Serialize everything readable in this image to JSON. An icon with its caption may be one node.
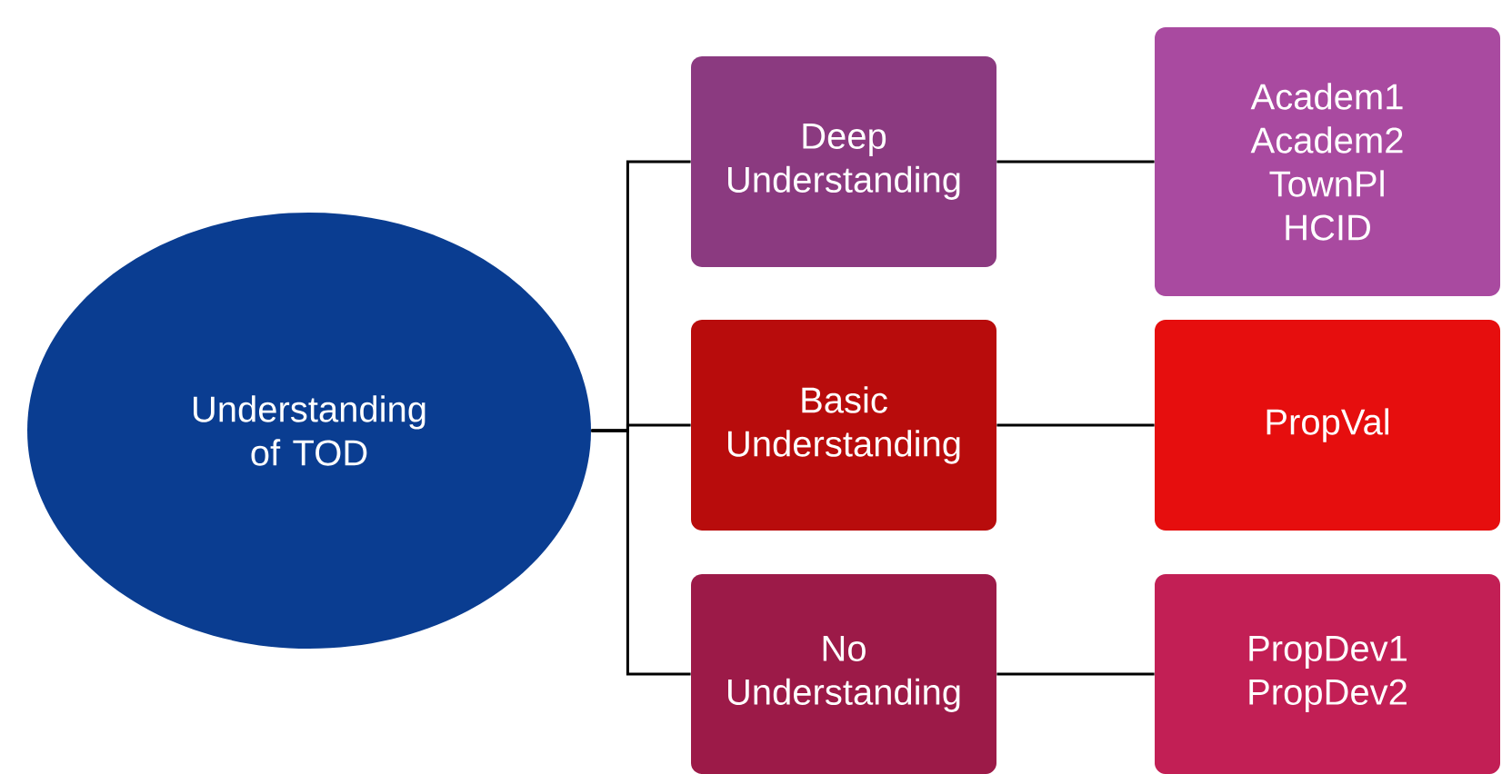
{
  "diagram": {
    "nodes": [
      {
        "text": [
          "Understanding of TOD"
        ]
      },
      {
        "text": [
          "Deep Understanding"
        ]
      },
      {
        "text": [
          "Basic Understanding"
        ]
      },
      {
        "text": [
          "No Understanding"
        ]
      },
      {
        "text": [
          "Academ1 Academ2 TownPl HCID"
        ]
      },
      {
        "text": [
          "PropVal"
        ]
      },
      {
        "text": [
          "PropDev1 PropDev2"
        ]
      }
    ],
    "edges": [
      {
        "from": 0,
        "to": 1,
        "arrow": "none"
      },
      {
        "from": 0,
        "to": 2,
        "arrow": "none"
      },
      {
        "from": 0,
        "to": 3,
        "arrow": "none"
      },
      {
        "from": 1,
        "to": 4,
        "arrow": "none"
      },
      {
        "from": 2,
        "to": 5,
        "arrow": "none"
      },
      {
        "from": 3,
        "to": 6,
        "arrow": "none"
      }
    ]
  }
}
